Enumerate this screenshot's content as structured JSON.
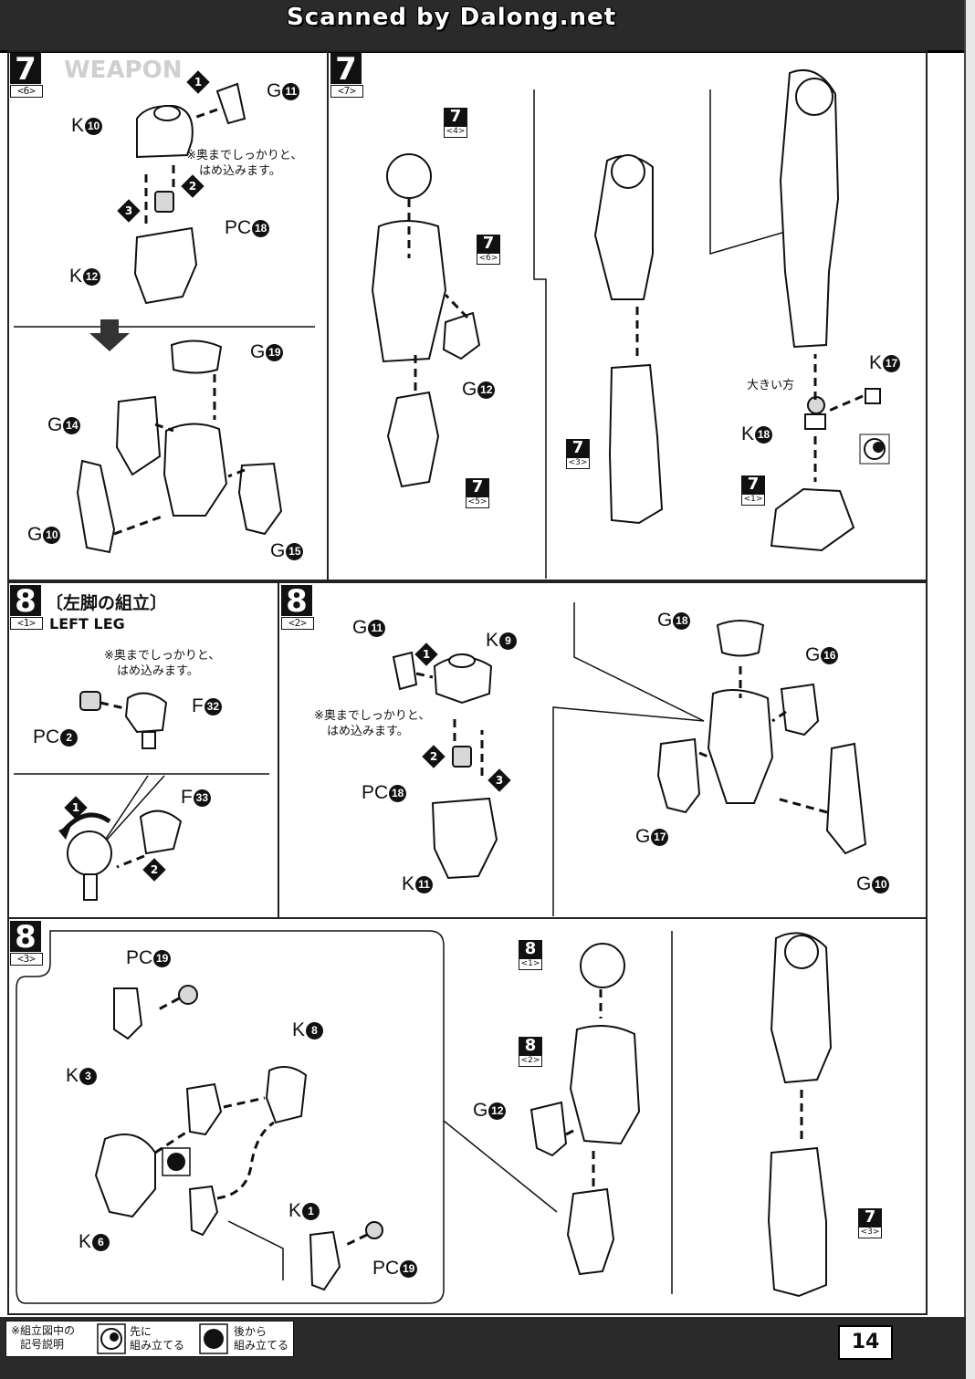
{
  "header": {
    "scan_text": "Scanned by Dalong.net"
  },
  "step_7_6": {
    "num": "7",
    "sub": "<6>",
    "labels": {
      "k10": "K",
      "k10_n": "10",
      "g11": "G",
      "g11_n": "11",
      "pc18": "PC",
      "pc18_n": "18",
      "k12": "K",
      "k12_n": "12",
      "g19": "G",
      "g19_n": "19",
      "g14": "G",
      "g14_n": "14",
      "g10": "G",
      "g10_n": "10",
      "g15": "G",
      "g15_n": "15"
    },
    "note_line1": "※奥までしっかりと、",
    "note_line2": "はめ込みます。",
    "order": [
      "1",
      "2",
      "3"
    ]
  },
  "step_7_7": {
    "num": "7",
    "sub": "<7>",
    "refs": [
      {
        "n": "7",
        "s": "<4>"
      },
      {
        "n": "7",
        "s": "<6>"
      },
      {
        "n": "7",
        "s": "<5>"
      },
      {
        "n": "7",
        "s": "<3>"
      },
      {
        "n": "7",
        "s": "<1>"
      }
    ],
    "labels": {
      "g12": "G",
      "g12_n": "12",
      "k17": "K",
      "k17_n": "17",
      "k18": "K",
      "k18_n": "18",
      "big_side": "大きい方"
    }
  },
  "step_8_1": {
    "num": "8",
    "sub": "<1>",
    "title_jp": "〔左脚の組立〕",
    "title_en": "LEFT LEG",
    "note_line1": "※奥までしっかりと、",
    "note_line2": "はめ込みます。",
    "labels": {
      "pc2": "PC",
      "pc2_n": "2",
      "f32": "F",
      "f32_n": "32",
      "f33": "F",
      "f33_n": "33"
    },
    "order": [
      "1",
      "2"
    ]
  },
  "step_8_2": {
    "num": "8",
    "sub": "<2>",
    "note_line1": "※奥までしっかりと、",
    "note_line2": "はめ込みます。",
    "labels": {
      "g11": "G",
      "g11_n": "11",
      "k9": "K",
      "k9_n": "9",
      "pc18": "PC",
      "pc18_n": "18",
      "k11": "K",
      "k11_n": "11",
      "g18": "G",
      "g18_n": "18",
      "g16": "G",
      "g16_n": "16",
      "g17": "G",
      "g17_n": "17",
      "g10": "G",
      "g10_n": "10"
    },
    "order": [
      "1",
      "2",
      "3"
    ]
  },
  "step_8_3": {
    "num": "8",
    "sub": "<3>",
    "labels": {
      "pc19a": "PC",
      "pc19a_n": "19",
      "k3": "K",
      "k3_n": "3",
      "k8": "K",
      "k8_n": "8",
      "k6": "K",
      "k6_n": "6",
      "k1": "K",
      "k1_n": "1",
      "pc19b": "PC",
      "pc19b_n": "19",
      "g12": "G",
      "g12_n": "12"
    },
    "refs": [
      {
        "n": "8",
        "s": "<1>"
      },
      {
        "n": "8",
        "s": "<2>"
      },
      {
        "n": "7",
        "s": "<3>"
      }
    ]
  },
  "footer": {
    "legend_title_1": "※組立図中の",
    "legend_title_2": "記号説明",
    "first_1": "先に",
    "first_2": "組み立てる",
    "later_1": "後から",
    "later_2": "組み立てる",
    "page": "14"
  }
}
